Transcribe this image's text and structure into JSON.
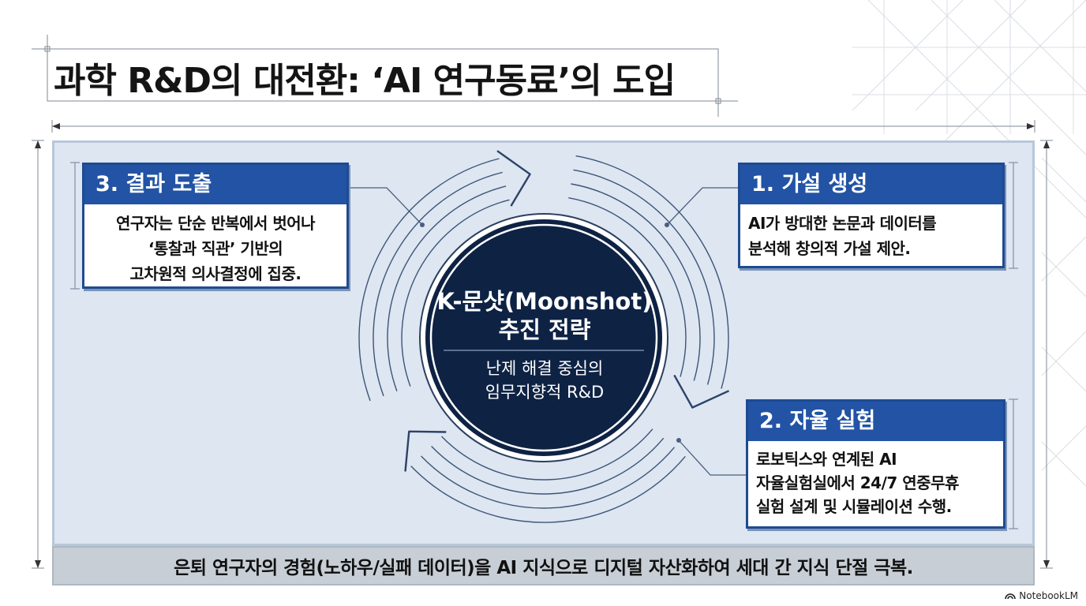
{
  "title": "과학 R&D의 대전환: ‘AI 연구동료’의 도입",
  "center": {
    "title_line1": "K-문샷(Moonshot)",
    "title_line2": "추진 전략",
    "subtitle_line1": "난제 해결 중심의",
    "subtitle_line2": "임무지향적 R&D"
  },
  "steps": [
    {
      "heading": "1. 가설 생성",
      "lines": [
        "AI가 방대한 논문과 데이터를",
        "분석해 창의적 가설 제안."
      ]
    },
    {
      "heading": "2. 자율 실험",
      "lines": [
        "로보틱스와 연계된 AI",
        "자율실험실에서 24/7 연중무휴",
        "실험 설계 및 시뮬레이션 수행."
      ]
    },
    {
      "heading": "3. 결과 도출",
      "lines": [
        "연구자는 단순 반복에서 벗어나",
        "‘통찰과 직관’ 기반의",
        "고차원적 의사결정에 집중."
      ]
    }
  ],
  "footer": "은퇴 연구자의 경험(노하우/실패 데이터)을 AI 지식으로 디지털 자산화하여 세대 간 지식 단절 극복.",
  "branding": "NotebookLM",
  "colors": {
    "accent": "#2253a5",
    "center_circle": "#0e2244",
    "panel": "#dde6f1"
  }
}
